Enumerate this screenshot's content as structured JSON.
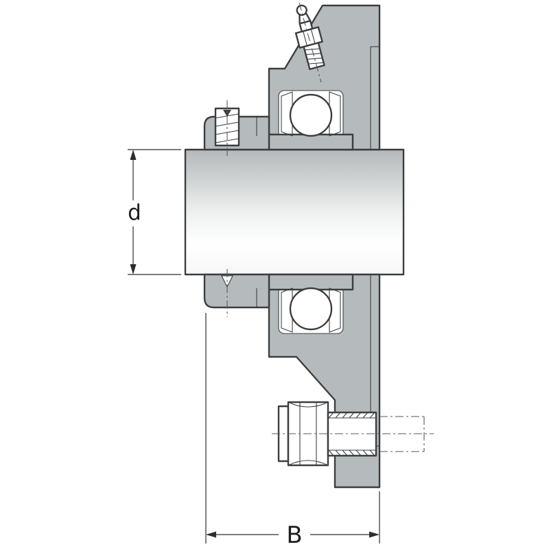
{
  "drawing": {
    "kind": "flanged-bearing-unit-cross-section",
    "labels": {
      "shaft_diameter": "d",
      "unit_width": "B"
    },
    "colors": {
      "housing": "#b5babd",
      "seal": "#0e8c44",
      "outline": "#3b3e41",
      "shaft_dark": "#b5b9bb",
      "shaft_light": "#ffffff",
      "background": "#ffffff"
    }
  }
}
